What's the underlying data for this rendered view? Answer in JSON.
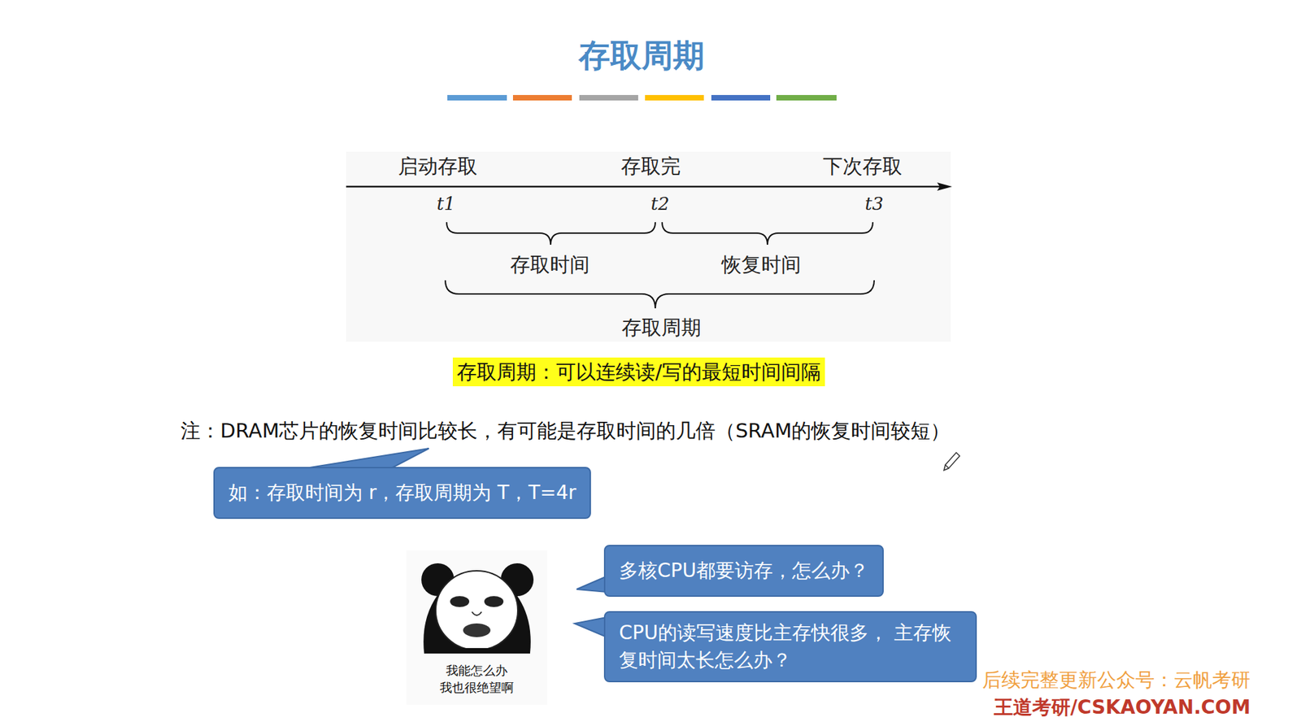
{
  "diagram": {
    "title": "存取周期",
    "nodes": [
      {
        "text": [
          "存取周期：可以连续读/写的最短时间间隔"
        ]
      },
      {
        "text": [
          "如：存取时间为 r，存取周期为 T，T=4r"
        ]
      },
      {
        "text": [
          "多核CPU都要访存，怎么办？"
        ]
      },
      {
        "text": [
          "CPU的读写速度比主存快很多， 主存恢复时间太长怎么办？"
        ]
      }
    ],
    "labels": [
      "启动存取",
      "存取完",
      "下次存取",
      "t1",
      "t2",
      "t3",
      "存取时间",
      "恢复时间",
      "存取周期",
      "注：DRAM芯片的恢复时间比较长，有可能是存取时间的几倍（SRAM的恢复时间较短）",
      "我能怎么办",
      "我也很绝望啊",
      "后续完整更新公众号：云帆考研",
      "王道考研/CSKAOYAN.COM"
    ]
  }
}
